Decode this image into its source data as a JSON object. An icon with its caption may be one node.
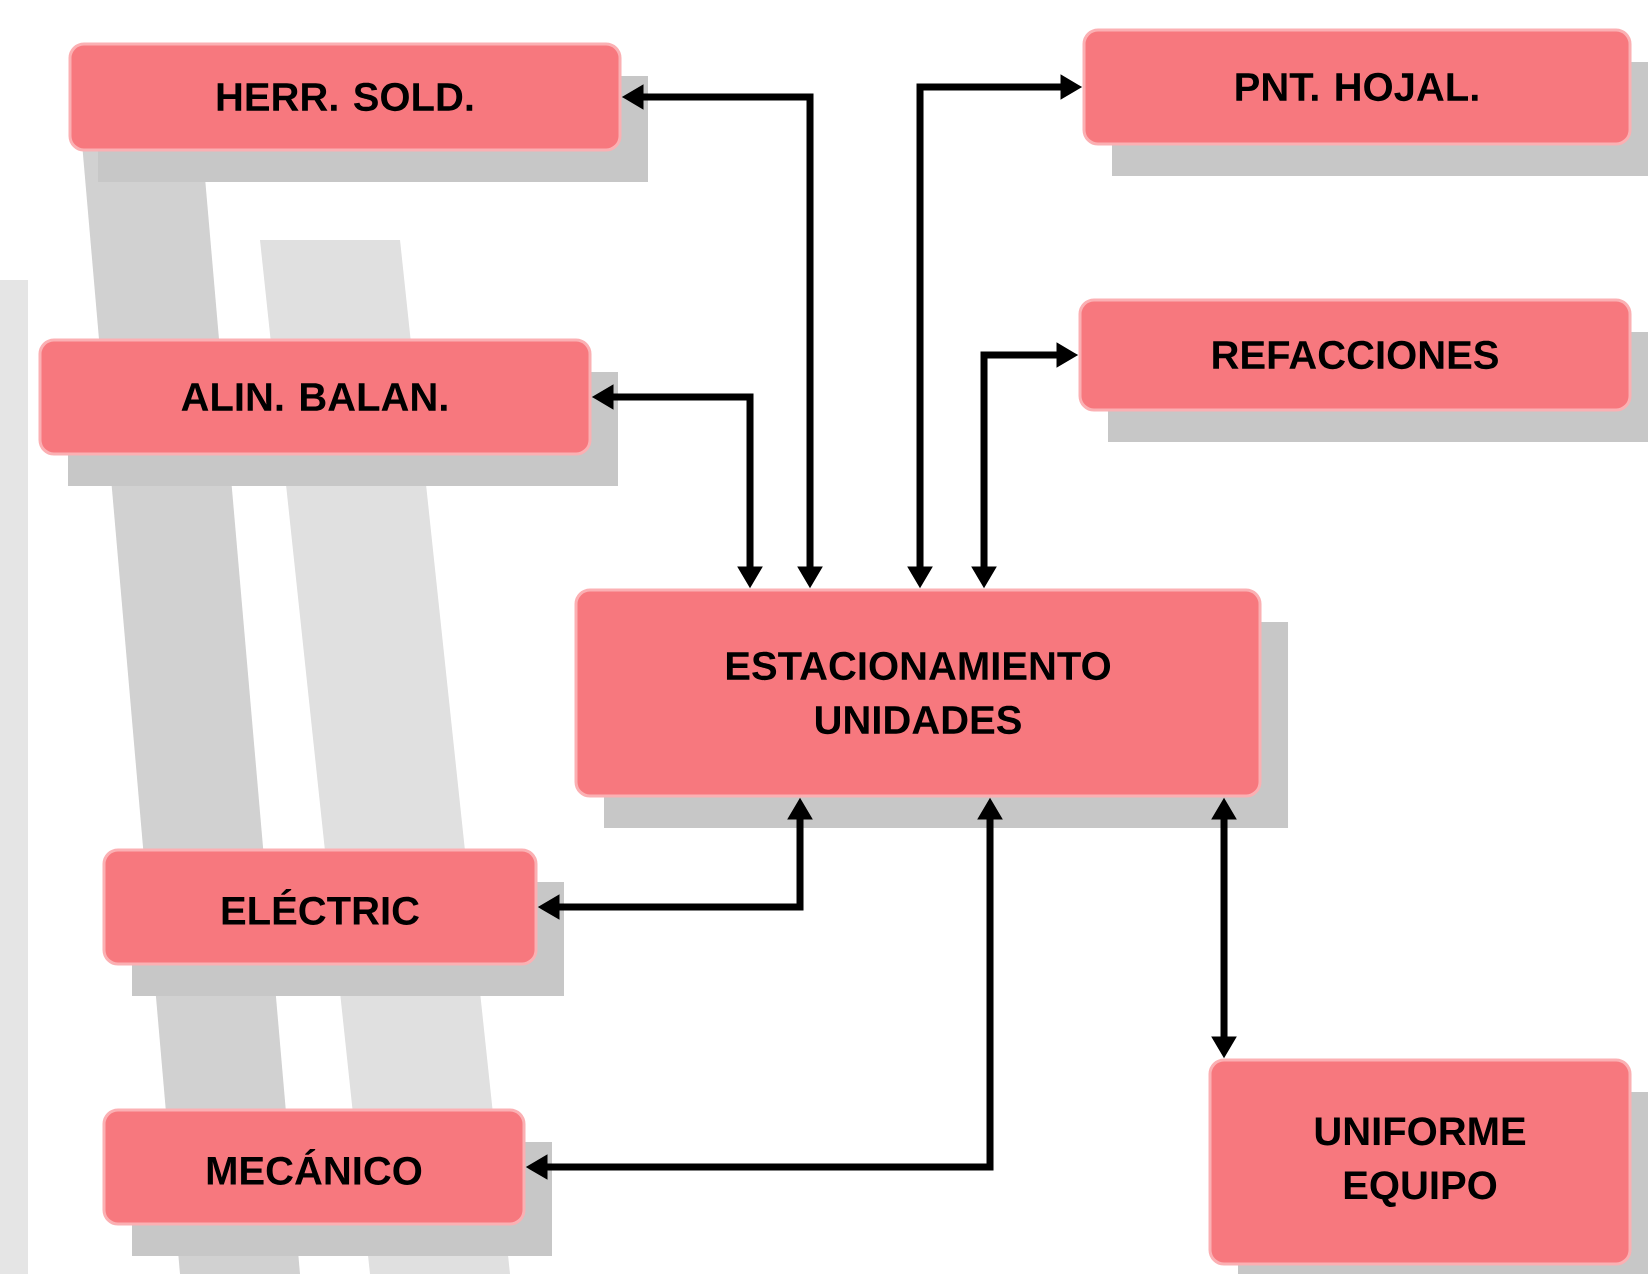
{
  "diagram": {
    "nodes": [
      {
        "text": [
          "HERR. SOLD."
        ]
      },
      {
        "text": [
          "PNT. HOJAL."
        ]
      },
      {
        "text": [
          "REFACCIONES"
        ]
      },
      {
        "text": [
          "ALIN. BALAN."
        ]
      },
      {
        "text": [
          "ESTACIONAMIENTO UNIDADES"
        ]
      },
      {
        "text": [
          "ELÉCTRIC"
        ]
      },
      {
        "text": [
          "UNIFORME EQUIPO"
        ]
      },
      {
        "text": [
          "MECÁNICO"
        ]
      }
    ],
    "edges": [
      {
        "from": 4,
        "to": 0,
        "arrow": "both"
      },
      {
        "from": 4,
        "to": 1,
        "arrow": "both"
      },
      {
        "from": 4,
        "to": 2,
        "arrow": "both"
      },
      {
        "from": 4,
        "to": 3,
        "arrow": "both"
      },
      {
        "from": 4,
        "to": 5,
        "arrow": "both"
      },
      {
        "from": 4,
        "to": 6,
        "arrow": "both"
      },
      {
        "from": 4,
        "to": 7,
        "arrow": "both"
      }
    ]
  }
}
